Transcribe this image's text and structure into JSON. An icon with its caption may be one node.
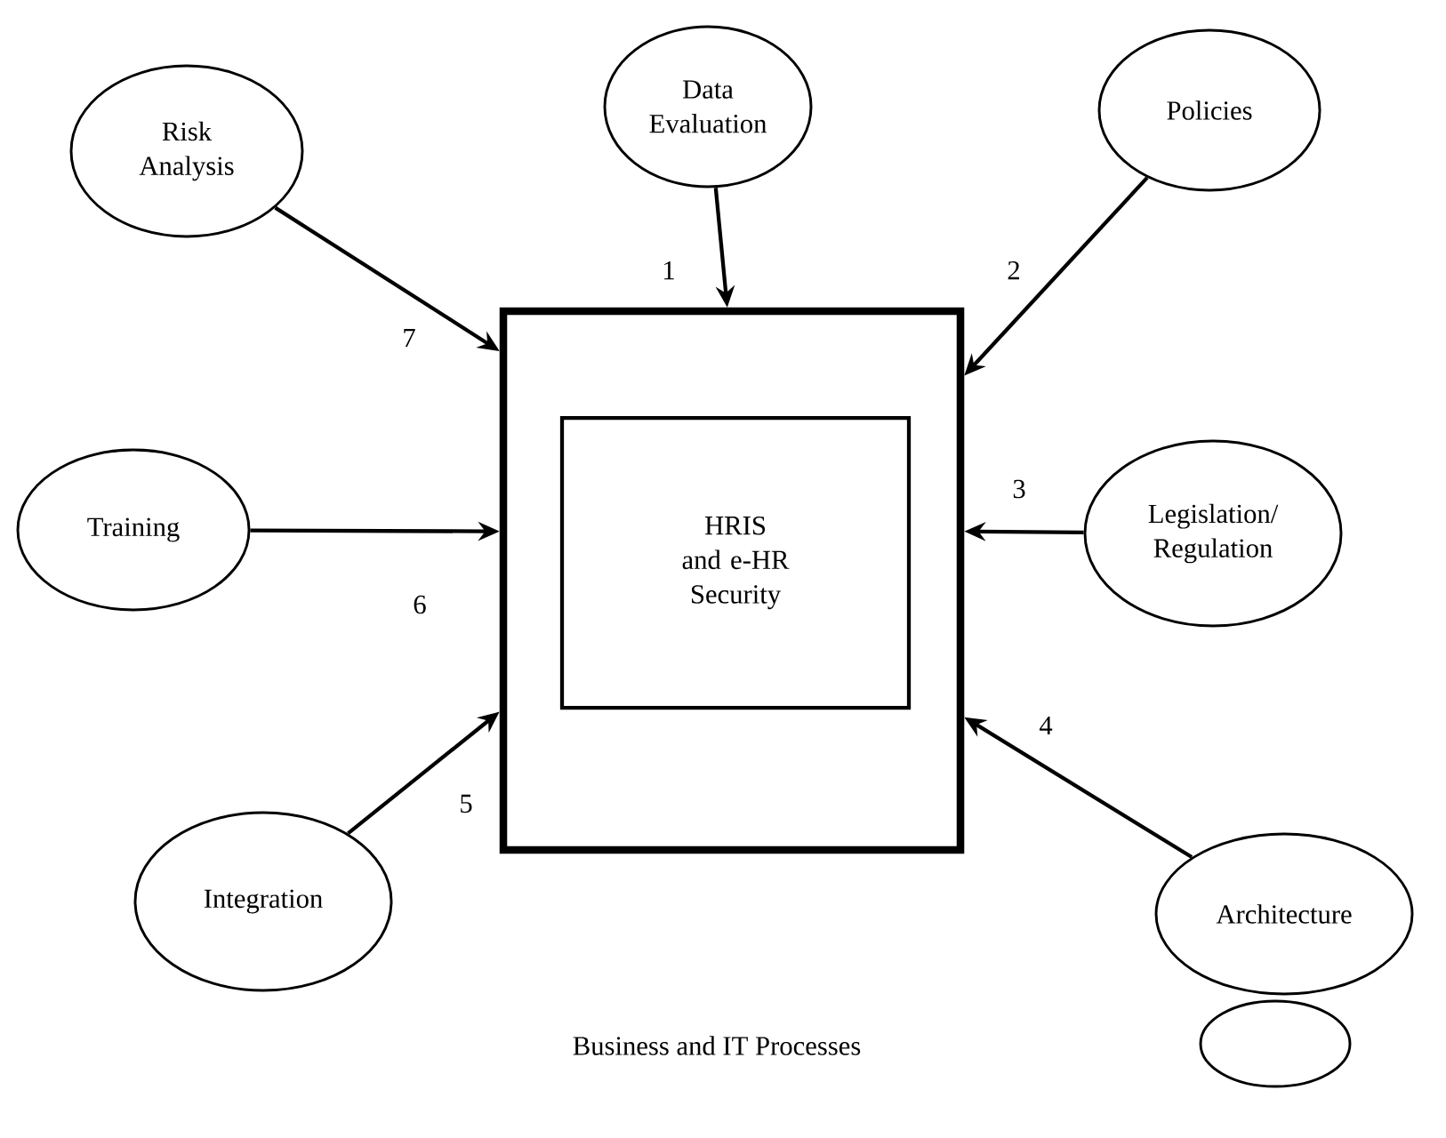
{
  "diagram": {
    "nodes": [
      {
        "text": [
          "Data Evaluation"
        ]
      },
      {
        "text": [
          "Risk Analysis"
        ]
      },
      {
        "text": [
          "Policies"
        ]
      },
      {
        "text": [],
        "shape": "box"
      },
      {
        "text": [
          "HRIS and e-HR Security"
        ],
        "in": 3
      },
      {
        "text": [
          "Training"
        ]
      },
      {
        "text": [
          "Legislation/ Regulation"
        ]
      },
      {
        "text": [
          "Integration"
        ]
      },
      {
        "text": [
          "Architecture"
        ]
      }
    ],
    "edges": [
      {
        "from": 0,
        "to": 3,
        "arrow": "to",
        "label": "1"
      },
      {
        "from": 2,
        "to": 3,
        "arrow": "to",
        "label": "2"
      },
      {
        "from": 6,
        "to": 3,
        "arrow": "to",
        "label": "3"
      },
      {
        "from": 8,
        "to": 3,
        "arrow": "to",
        "label": "4"
      },
      {
        "from": 7,
        "to": 3,
        "arrow": "to",
        "label": "5"
      },
      {
        "from": 5,
        "to": 3,
        "arrow": "to",
        "label": "6"
      },
      {
        "from": 1,
        "to": 3,
        "arrow": "to",
        "label": "7"
      }
    ],
    "legend": [
      {
        "text": "Business and IT Processes"
      }
    ]
  }
}
